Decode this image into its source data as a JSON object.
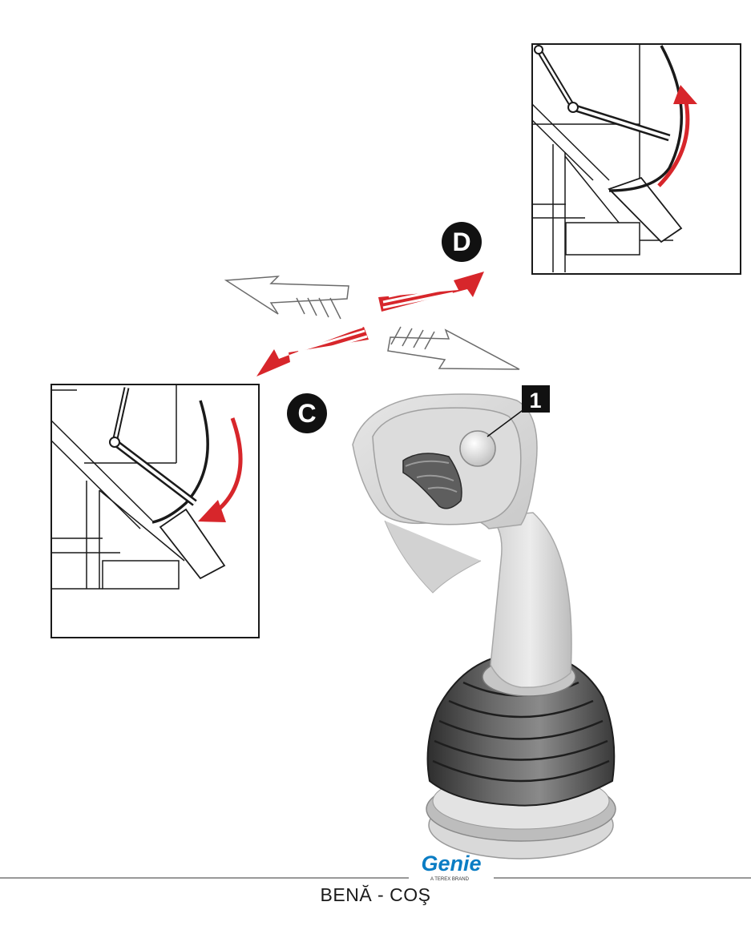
{
  "markers": {
    "d": "D",
    "c": "C",
    "callout_1": "1"
  },
  "brand": {
    "logo_text": "Genie",
    "tagline": "A TEREX BRAND"
  },
  "caption": "BENĂ - COŞ",
  "colors": {
    "arrow_red": "#d7262b",
    "arrow_outline": "#6b6b6b",
    "brand_blue": "#0b7dc4",
    "line": "#1a1a1a"
  },
  "icons": {
    "tilt_up_panel": "bucket-tilt-up-icon",
    "tilt_down_panel": "bucket-tilt-down-icon",
    "joystick": "joystick-icon"
  }
}
